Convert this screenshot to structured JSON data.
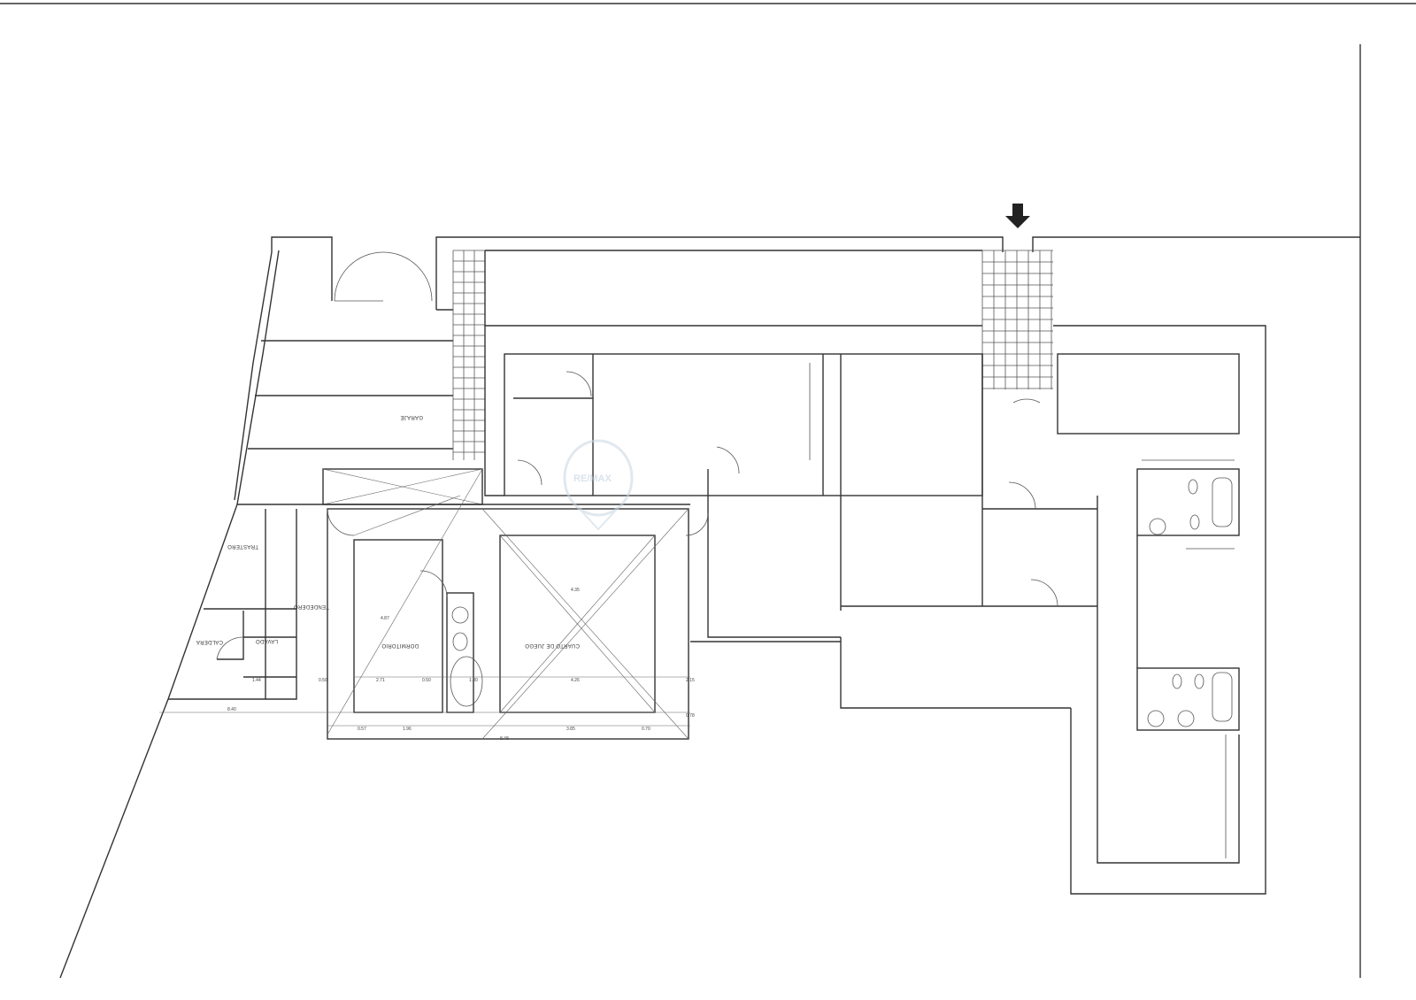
{
  "plan": {
    "rooms": {
      "garage": "GARAJE",
      "storage": "TRASTERO",
      "drying_area": "TENDEDERO",
      "boiler": "CALDERA",
      "laundry": "LAVADO",
      "bedroom": "DORMITORIO",
      "playroom": "CUARTO DE JUEGO"
    },
    "dimensions": [
      "2.71",
      "0.50",
      "1.80",
      "4.35",
      "4.26",
      "3.85",
      "1.96",
      "8.48",
      "0.57",
      "0.70",
      "4.87",
      "2.15",
      "0.78",
      "8.40",
      "1.44",
      "0.50"
    ],
    "watermark": "RE/MAX",
    "entrance_icon": "arrow-down-icon"
  }
}
